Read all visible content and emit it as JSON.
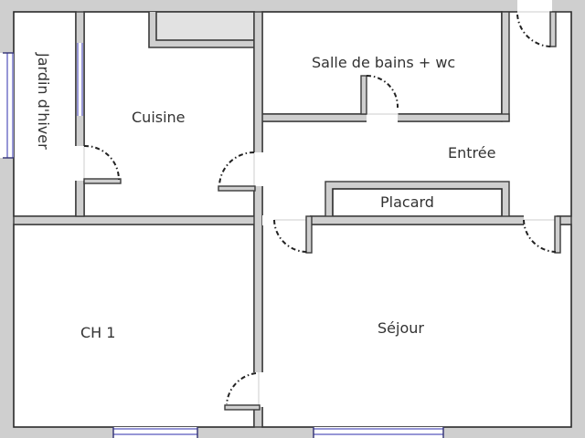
{
  "plan": {
    "colors": {
      "wall_fill": "#cfcfcf",
      "wall_stroke": "#3a3a3a",
      "window": "#7474c8",
      "text": "#333333",
      "background": "#ffffff"
    },
    "rooms": [
      {
        "id": "jardin",
        "label": "Jardin d'hiver",
        "orientation": "vertical"
      },
      {
        "id": "cuisine",
        "label": "Cuisine"
      },
      {
        "id": "sdb",
        "label": "Salle de bains + wc"
      },
      {
        "id": "entree",
        "label": "Entrée"
      },
      {
        "id": "placard",
        "label": "Placard"
      },
      {
        "id": "ch1",
        "label": "CH 1"
      },
      {
        "id": "sejour",
        "label": "Séjour"
      }
    ]
  }
}
